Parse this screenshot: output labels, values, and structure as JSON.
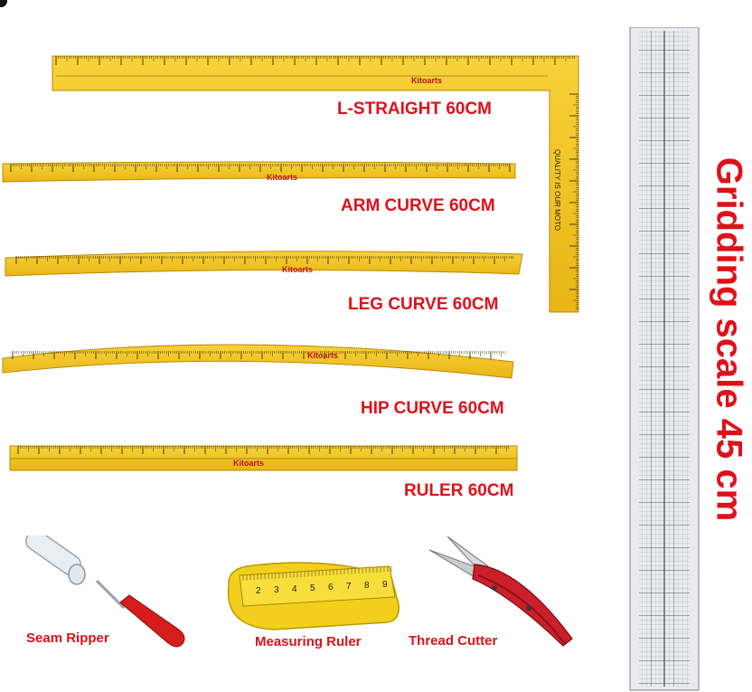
{
  "brand": "Kitoarts",
  "quality_note": "QUALITY IS OUR MOTO",
  "products": {
    "l_straight": "L-STRAIGHT 60CM",
    "arm_curve": "ARM CURVE 60CM",
    "leg_curve": "LEG CURVE 60CM",
    "hip_curve": "HIP CURVE 60CM",
    "ruler": "RULER 60CM"
  },
  "gridding_scale": "Gridding scale 45 cm",
  "tools": {
    "seam_ripper": "Seam Ripper",
    "measuring_ruler": "Measuring Ruler",
    "thread_cutter": "Thread Cutter"
  },
  "tape_numbers": [
    "2",
    "3",
    "4",
    "5",
    "6",
    "7",
    "8",
    "9"
  ],
  "colors": {
    "ruler_yellow": "#f2c31a",
    "label_red": "#e0101a",
    "grid_gray": "#c9ccd1"
  }
}
